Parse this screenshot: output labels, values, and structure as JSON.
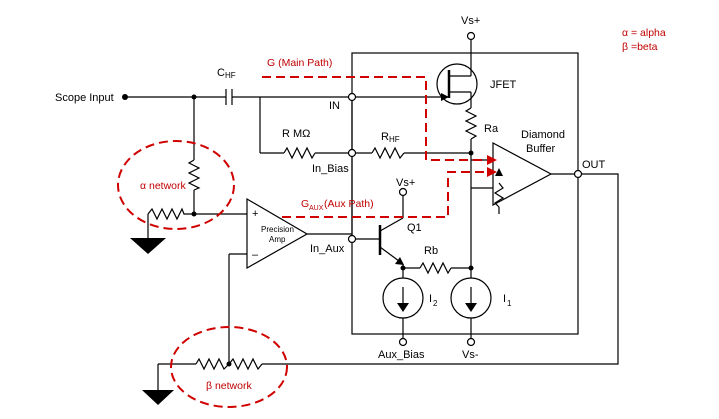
{
  "legend": {
    "alpha_line": "α = alpha",
    "beta_line": "β =beta"
  },
  "labels": {
    "scope_input": "Scope Input",
    "c_hf": "C",
    "c_hf_sub": "HF",
    "r_m": "R MΩ",
    "r_hf": "R",
    "r_hf_sub": "HF",
    "in": "IN",
    "in_bias": "In_Bias",
    "in_aux": "In_Aux",
    "jfet": "JFET",
    "ra": "Ra",
    "rb": "Rb",
    "q1": "Q1",
    "vs_plus_top": "Vs+",
    "vs_plus_q1": "Vs+",
    "vs_minus": "Vs-",
    "aux_bias": "Aux_Bias",
    "i1": "I",
    "i1_sub": "1",
    "i2": "I",
    "i2_sub": "2",
    "diamond_buffer_1": "Diamond",
    "diamond_buffer_2": "Buffer",
    "out": "OUT",
    "precision_amp_1": "Precision",
    "precision_amp_2": "Amp",
    "opamp_plus": "+",
    "opamp_minus": "–",
    "main_path": "G (Main Path)",
    "aux_path_g": "G",
    "aux_path_sub": "AUX",
    "aux_path_rest": " (Aux Path)",
    "alpha_network": "α network",
    "beta_network": "β network"
  },
  "colors": {
    "wire": "#000000",
    "annotation": "#c00000",
    "path": "#d00000"
  }
}
